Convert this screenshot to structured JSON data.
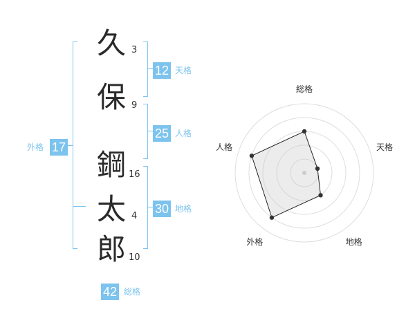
{
  "name": {
    "characters": [
      {
        "char": "久",
        "strokes": "3"
      },
      {
        "char": "保",
        "strokes": "9"
      },
      {
        "char": "鋼",
        "strokes": "16"
      },
      {
        "char": "太",
        "strokes": "4"
      },
      {
        "char": "郎",
        "strokes": "10"
      }
    ]
  },
  "fortunes": {
    "tenkaku": {
      "value": "12",
      "label": "天格"
    },
    "jinkaku": {
      "value": "25",
      "label": "人格"
    },
    "chikaku": {
      "value": "30",
      "label": "地格"
    },
    "gaikaku": {
      "value": "17",
      "label": "外格"
    },
    "soukaku": {
      "value": "42",
      "label": "総格"
    }
  },
  "colors": {
    "accent": "#7cc3ee",
    "text": "#2a2a2a"
  },
  "chart_data": {
    "type": "radar",
    "axes": [
      "総格",
      "天格",
      "地格",
      "外格",
      "人格"
    ],
    "values": [
      3,
      1,
      2,
      4,
      4
    ],
    "range": [
      0,
      5
    ],
    "grid": true
  }
}
